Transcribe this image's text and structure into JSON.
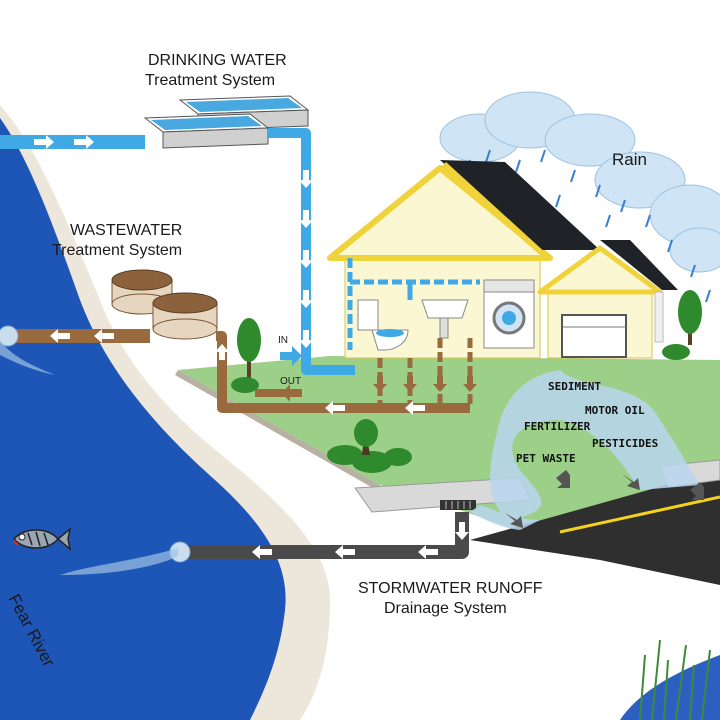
{
  "labels": {
    "drinking_title": "DRINKING WATER",
    "drinking_sub": "Treatment System",
    "wastewater_title": "WASTEWATER",
    "wastewater_sub": "Treatment System",
    "storm_title": "STORMWATER RUNOFF",
    "storm_sub": "Drainage System",
    "rain": "Rain",
    "in": "IN",
    "out": "OUT",
    "river": "Fear River"
  },
  "pollutants": [
    "SEDIMENT",
    "MOTOR OIL",
    "FERTILIZER",
    "PESTICIDES",
    "PET WASTE"
  ],
  "colors": {
    "river": "#1e56b8",
    "bank": "#ece7da",
    "clean_pipe": "#3fa9e6",
    "waste_pipe": "#9a6a3f",
    "storm_pipe": "#4a4a4a",
    "grass": "#9ccf87",
    "house_wall": "#fbf7d2",
    "house_trim": "#f0d23a",
    "roof": "#1f2327",
    "runoff": "#b9d6ef",
    "road": "#2f2f2f",
    "road_line": "#f4d21f"
  }
}
